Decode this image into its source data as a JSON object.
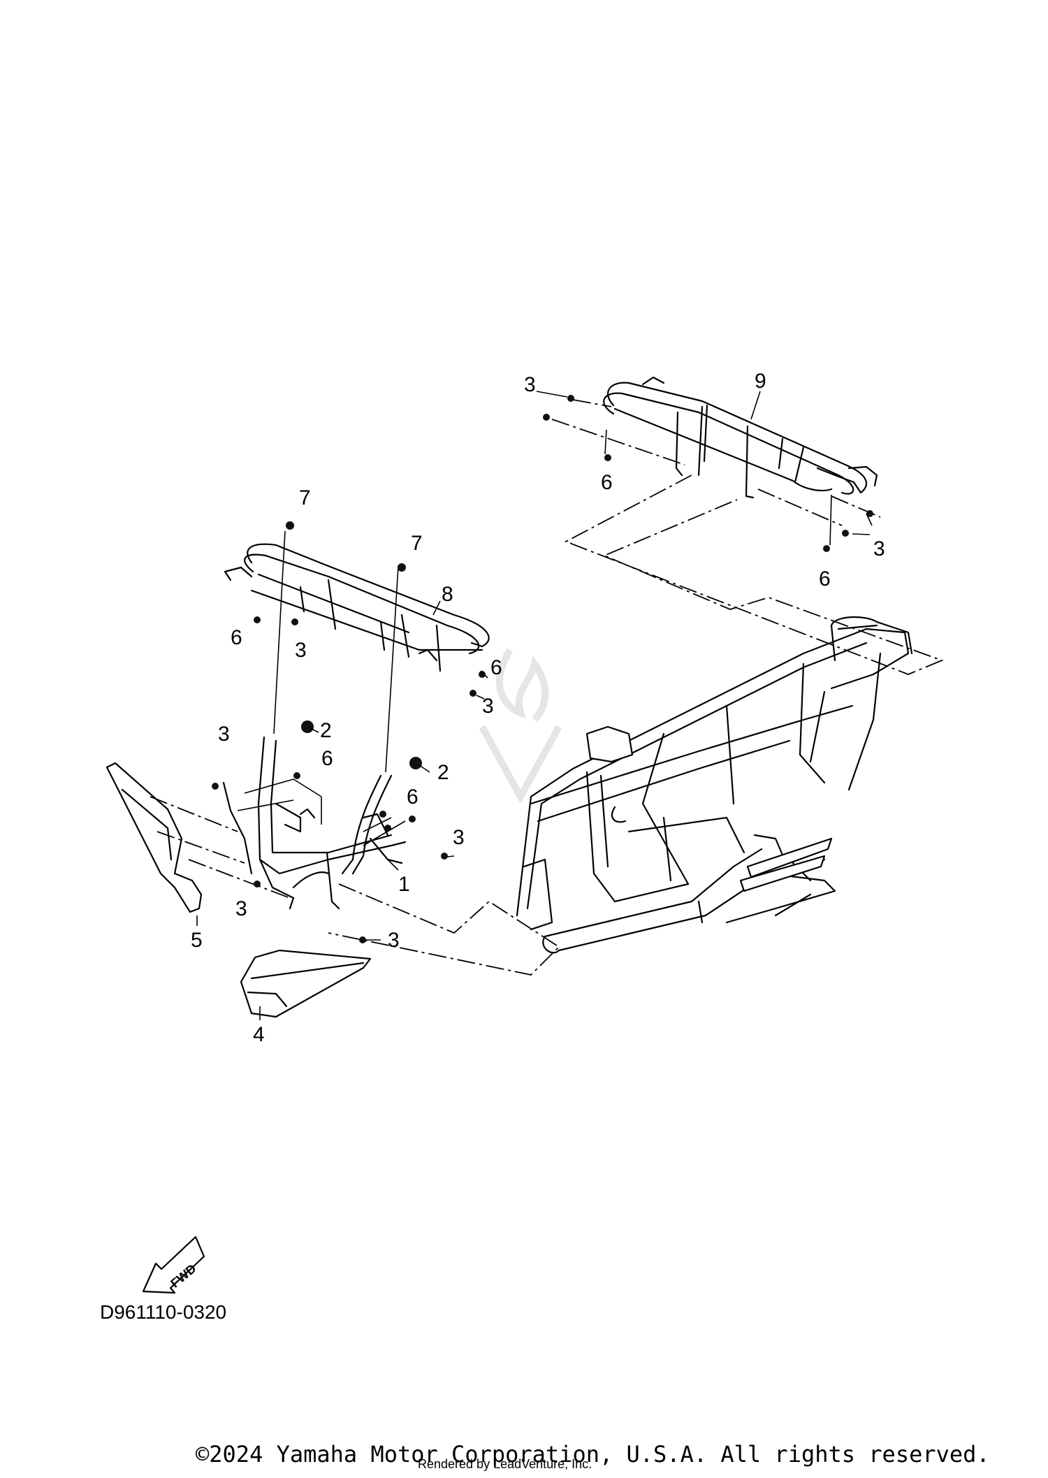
{
  "diagram": {
    "code": "D961110-0320",
    "fwd_label": "FWD",
    "copyright": "©2024 Yamaha Motor Corporation, U.S.A. All rights reserved.",
    "rendered_by": "Rendered by LeadVenture, Inc."
  },
  "callouts": [
    {
      "id": "c9",
      "text": "9"
    },
    {
      "id": "c3a",
      "text": "3"
    },
    {
      "id": "c6a",
      "text": "6"
    },
    {
      "id": "c3b",
      "text": "3"
    },
    {
      "id": "c6b",
      "text": "6"
    },
    {
      "id": "c7a",
      "text": "7"
    },
    {
      "id": "c7b",
      "text": "7"
    },
    {
      "id": "c8",
      "text": "8"
    },
    {
      "id": "c6c",
      "text": "6"
    },
    {
      "id": "c3c",
      "text": "3"
    },
    {
      "id": "c6d",
      "text": "6"
    },
    {
      "id": "c3d",
      "text": "3"
    },
    {
      "id": "c3e",
      "text": "3"
    },
    {
      "id": "c2a",
      "text": "2"
    },
    {
      "id": "c6e",
      "text": "6"
    },
    {
      "id": "c2b",
      "text": "2"
    },
    {
      "id": "c6f",
      "text": "6"
    },
    {
      "id": "c3f",
      "text": "3"
    },
    {
      "id": "c1",
      "text": "1"
    },
    {
      "id": "c3g",
      "text": "3"
    },
    {
      "id": "c5",
      "text": "5"
    },
    {
      "id": "c3h",
      "text": "3"
    },
    {
      "id": "c4",
      "text": "4"
    }
  ]
}
